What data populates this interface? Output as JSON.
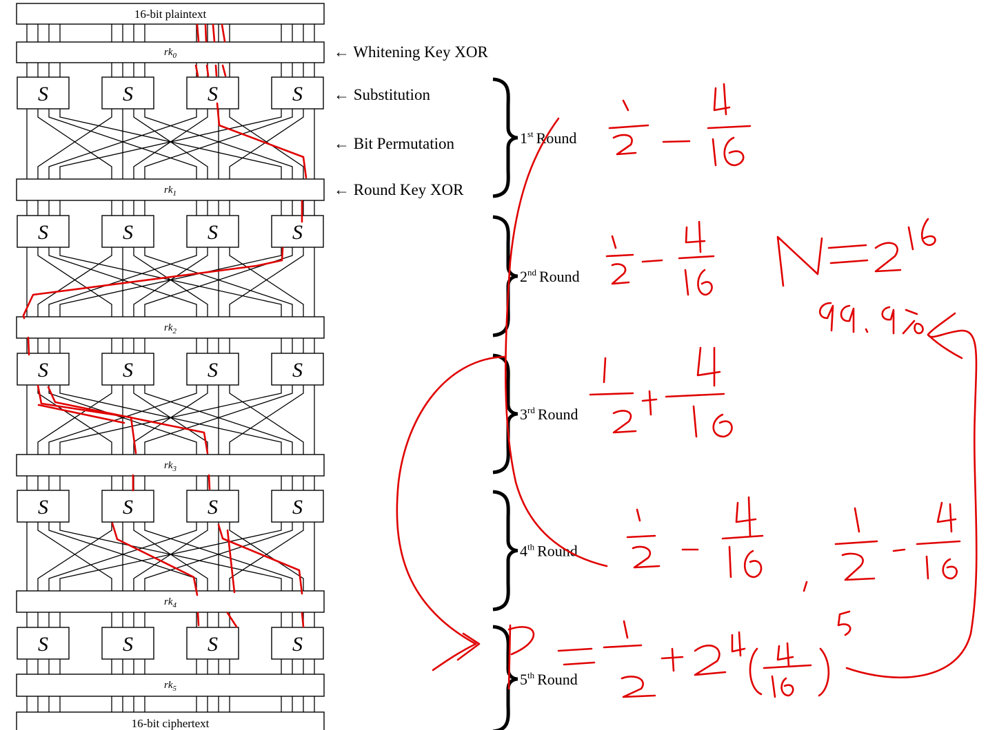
{
  "network": {
    "plaintext_label": "16-bit plaintext",
    "ciphertext_label": "16-bit ciphertext",
    "sbox_label": "S",
    "round_keys": [
      {
        "base": "rk",
        "sub": "0"
      },
      {
        "base": "rk",
        "sub": "1"
      },
      {
        "base": "rk",
        "sub": "2"
      },
      {
        "base": "rk",
        "sub": "3"
      },
      {
        "base": "rk",
        "sub": "4"
      },
      {
        "base": "rk",
        "sub": "5"
      }
    ]
  },
  "annotations": {
    "whitening": "← Whitening Key XOR",
    "substitution": "← Substitution",
    "permutation": "← Bit Permutation",
    "roundkey": "← Round Key XOR"
  },
  "rounds": [
    {
      "num": "1",
      "sup": "st",
      "word": "Round"
    },
    {
      "num": "2",
      "sup": "nd",
      "word": "Round"
    },
    {
      "num": "3",
      "sup": "rd",
      "word": "Round"
    },
    {
      "num": "4",
      "sup": "th",
      "word": "Round"
    },
    {
      "num": "5",
      "sup": "th",
      "word": "Round"
    }
  ],
  "handwritten": {
    "ink_color": "#e00000",
    "notes": [
      "1/2 − 4/16",
      "N = 2^16",
      "99.9%",
      "1/2 + 4/16",
      "1/2 − 4/16 , 1/2 − 4/16",
      "P = 1/2 + 2^4 (4/16)^5"
    ]
  }
}
